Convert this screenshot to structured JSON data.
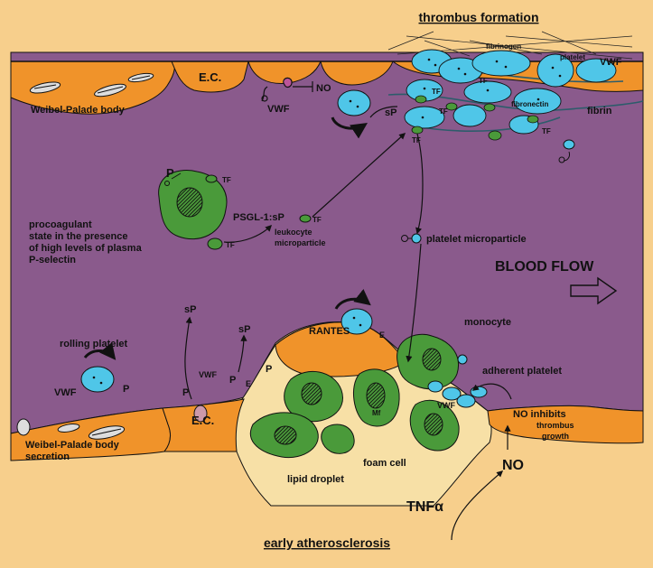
{
  "titles": {
    "top": "thrombus formation",
    "bottom": "early atherosclerosis"
  },
  "labels": {
    "ec_top": "E.C.",
    "ec_bottom": "E.C.",
    "weibel_palade_top": "Weibel-Palade body",
    "weibel_palade_bottom_1": "Weibel-Palade body",
    "weibel_palade_bottom_2": "secretion",
    "vwf_top": "VWF",
    "no_top": "NO",
    "sp_top": "sP",
    "tf_1": "TF",
    "tf_2": "TF",
    "tf_3": "TF",
    "tf_4": "TF",
    "tf_5": "TF",
    "tf_6": "TF",
    "tf_7": "TF",
    "fibrinogen": "fibrinogen",
    "fibronectin": "fibronectin",
    "platelet": "platelet",
    "vwf_thrombus": "VWF",
    "fibrin": "fibrin",
    "p_leukocyte": "P",
    "psgl": "PSGL-1:sP",
    "leukocyte_mp_1": "leukocyte",
    "leukocyte_mp_2": "microparticle",
    "procoag_1": "procoagulant",
    "procoag_2": "state in the presence",
    "procoag_3": "of high levels of plasma",
    "procoag_4": "P-selectin",
    "platelet_mp": "platelet microparticle",
    "blood_flow": "BLOOD FLOW",
    "sp_mid_1": "sP",
    "sp_mid_2": "sP",
    "rolling_platelet": "rolling platelet",
    "vwf_rolling": "VWF",
    "p_rolling": "P",
    "vwf_secret": "VWF",
    "p_ec_1": "P",
    "p_ec_2": "P",
    "e_ec": "E",
    "p_ec_3": "P",
    "rantes": "RANTES",
    "e_rantes": "E",
    "monocyte": "monocyte",
    "adherent_platelet": "adherent platelet",
    "vwf_adherent": "VWF",
    "mf": "Mf",
    "no_inhibits_1": "NO inhibits",
    "no_inhibits_2": "thrombus",
    "no_inhibits_3": "growth",
    "no_big": "NO",
    "tnf": "TNFα",
    "lipid_droplet": "lipid droplet",
    "foam_cell": "foam cell"
  },
  "colors": {
    "background": "#f7cf8c",
    "lumen": "#8a5a8c",
    "endothelium": "#f0932a",
    "intima": "#f7e0a6",
    "platelet": "#4fc6e8",
    "monocyte": "#4a9a3a",
    "outline": "#111111"
  }
}
